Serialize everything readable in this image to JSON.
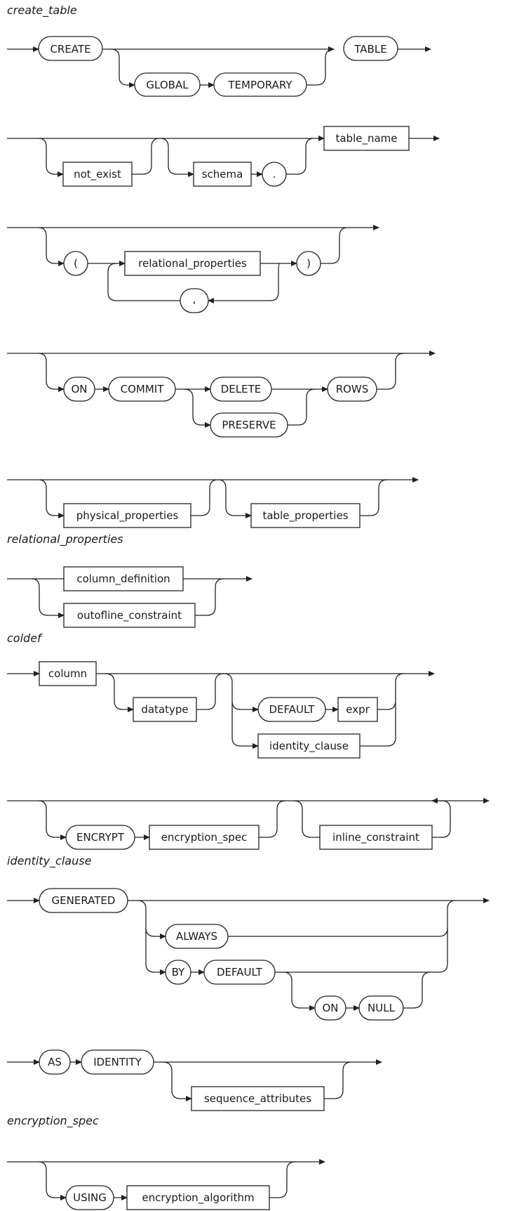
{
  "titles": {
    "create_table": "create_table",
    "relational_properties": "relational_properties",
    "coldef": "coldef",
    "identity_clause": "identity_clause",
    "encryption_spec": "encryption_spec"
  },
  "terminals": {
    "create": "CREATE",
    "table": "TABLE",
    "global": "GLOBAL",
    "temporary": "TEMPORARY",
    "dot": ".",
    "lparen": "(",
    "rparen": ")",
    "comma": ",",
    "on": "ON",
    "commit": "COMMIT",
    "delete": "DELETE",
    "preserve": "PRESERVE",
    "rows": "ROWS",
    "default": "DEFAULT",
    "encrypt": "ENCRYPT",
    "generated": "GENERATED",
    "always": "ALWAYS",
    "by": "BY",
    "null": "NULL",
    "as": "AS",
    "identity": "IDENTITY",
    "using": "USING"
  },
  "nonterminals": {
    "table_name": "table_name",
    "not_exist": "not_exist",
    "schema": "schema",
    "relational_properties": "relational_properties",
    "physical_properties": "physical_properties",
    "table_properties": "table_properties",
    "column_definition": "column_definition",
    "outofline_constraint": "outofline_constraint",
    "column": "column",
    "datatype": "datatype",
    "expr": "expr",
    "identity_clause": "identity_clause",
    "encryption_spec": "encryption_spec",
    "inline_constraint": "inline_constraint",
    "sequence_attributes": "sequence_attributes",
    "encryption_algorithm": "encryption_algorithm"
  }
}
